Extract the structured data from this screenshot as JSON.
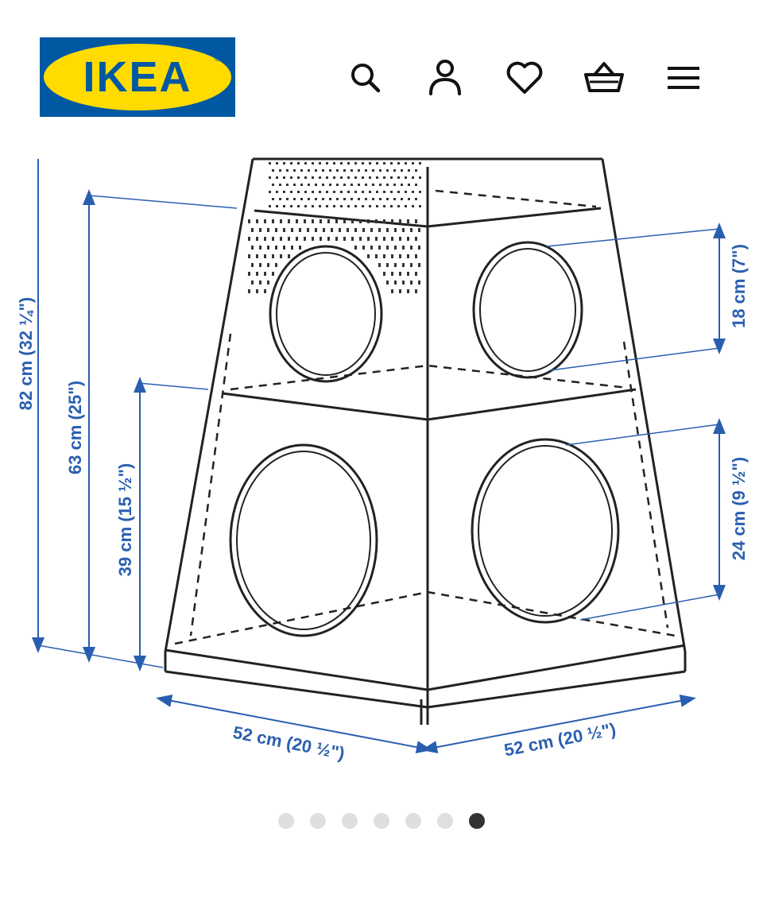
{
  "brand": {
    "logo_text": "IKEA",
    "colors": {
      "blue": "#0058a3",
      "yellow": "#ffdb00"
    }
  },
  "header_icons": [
    {
      "name": "search-icon"
    },
    {
      "name": "account-icon"
    },
    {
      "name": "wishlist-heart-icon"
    },
    {
      "name": "shopping-basket-icon"
    },
    {
      "name": "menu-hamburger-icon"
    }
  ],
  "diagram": {
    "accent_color": "#2a5fb0",
    "dimensions": {
      "total_height": "82 cm (32 ¼\")",
      "shelf_top_height": "63 cm (25\")",
      "shelf_mid_height": "39 cm (15 ½\")",
      "upper_hole_diameter": "18 cm (7\")",
      "lower_hole_diameter": "24 cm (9 ½\")",
      "width_left": "52 cm (20 ½\")",
      "width_right": "52 cm (20 ½\")"
    }
  },
  "carousel": {
    "total": 7,
    "active_index": 6
  }
}
